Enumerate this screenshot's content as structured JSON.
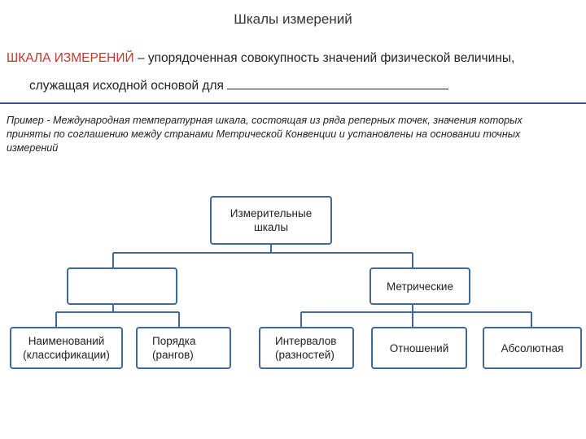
{
  "slide": {
    "title": "Шкалы измерений",
    "definition_term": "ШКАЛА ИЗМЕРЕНИЙ",
    "definition_rest": " – упорядоченная совокупность значений физической величины,",
    "definition_line2": "служащая исходной основой для ",
    "example": "Пример - Международная температурная шкала, состоящая из ряда реперных точек, значения которых приняты по соглашению между странами Метрической Конвенции и установлены на основании точных измерений"
  },
  "diagram": {
    "root": "Измерительные шкалы",
    "left_group": "",
    "metric_group": "Метрические",
    "leaves": {
      "names": "Наименований (классификации)",
      "order": "Порядка (рангов)",
      "intervals": "Интервалов (разностей)",
      "ratios": "Отношений",
      "absolute": "Абсолютная"
    }
  },
  "colors": {
    "box_border": "#41689b",
    "connector": "#41689b",
    "rule": "#2f5597",
    "term": "#c0392b"
  }
}
